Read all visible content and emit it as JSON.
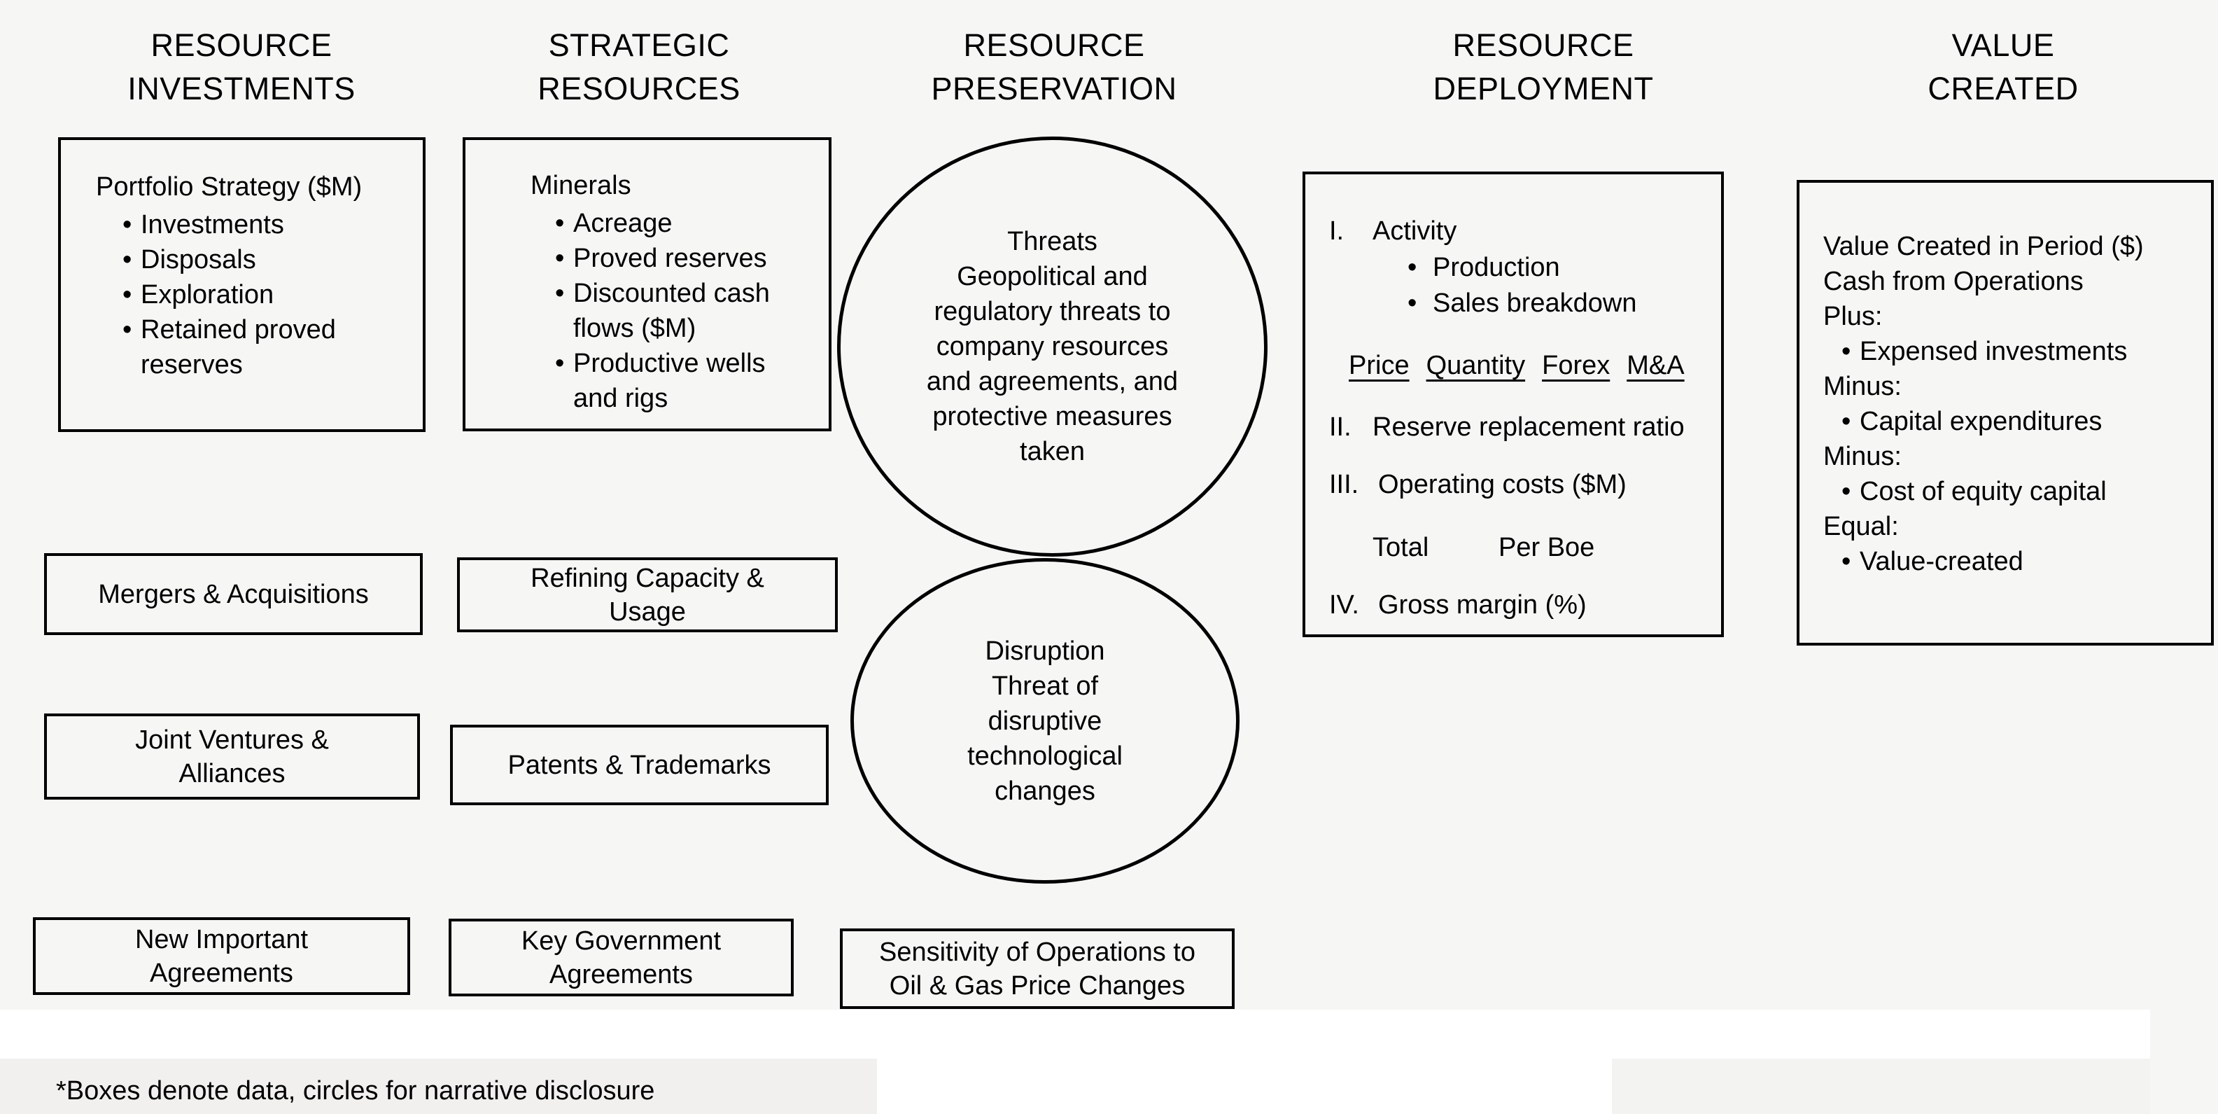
{
  "colors": {
    "background": "#f6f6f5",
    "ink": "#000000",
    "artifact_white": "#ffffff",
    "artifact_light_gray": "#f2f1f0"
  },
  "icons": {
    "bullet": "•"
  },
  "headers": {
    "resource_investments": "RESOURCE\nINVESTMENTS",
    "strategic_resources": "STRATEGIC\nRESOURCES",
    "resource_preservation": "RESOURCE\nPRESERVATION",
    "resource_deployment": "RESOURCE\nDEPLOYMENT",
    "value_created": "VALUE\nCREATED"
  },
  "resource_investments": {
    "portfolio_box": {
      "title": "Portfolio Strategy ($M)",
      "items": [
        "Investments",
        "Disposals",
        "Exploration",
        "Retained proved\nreserves"
      ]
    },
    "mergers_box": "Mergers & Acquisitions",
    "joint_ventures_box": "Joint Ventures &\nAlliances",
    "new_agreements_box": "New Important\nAgreements"
  },
  "strategic_resources": {
    "minerals_box": {
      "title": "Minerals",
      "items": [
        "Acreage",
        "Proved reserves",
        "Discounted cash\nflows ($M)",
        "Productive wells\nand rigs"
      ]
    },
    "refining_box": "Refining Capacity &\nUsage",
    "patents_box": "Patents & Trademarks",
    "key_government_box": "Key Government\nAgreements"
  },
  "resource_preservation": {
    "threats_circle": "Threats\nGeopolitical and\nregulatory threats to\ncompany resources\nand agreements, and\nprotective measures\ntaken",
    "disruption_circle": "Disruption\nThreat of\ndisruptive\ntechnological\nchanges",
    "sensitivity_box": "Sensitivity of Operations to\nOil & Gas Price Changes"
  },
  "resource_deployment": {
    "item1_label": "I.",
    "item1_title": "Activity",
    "activity_items": [
      "Production",
      "Sales breakdown"
    ],
    "drivers": [
      "Price",
      "Quantity",
      "Forex",
      "M&A"
    ],
    "item2_label": "II.",
    "item2_title": "Reserve replacement ratio",
    "item3_label": "III.",
    "item3_title": "Operating costs ($M)",
    "costs_columns": [
      "Total",
      "Per Boe"
    ],
    "item4_label": "IV.",
    "item4_title": "Gross margin (%)"
  },
  "value_created": {
    "rows": [
      "Value Created in Period ($)",
      "Cash from Operations",
      "Plus:",
      "Expensed investments",
      "Minus:",
      "Capital expenditures",
      "Minus:",
      "Cost of equity capital",
      "Equal:",
      "Value-created"
    ]
  },
  "footnote": "*Boxes denote data, circles for narrative disclosure"
}
